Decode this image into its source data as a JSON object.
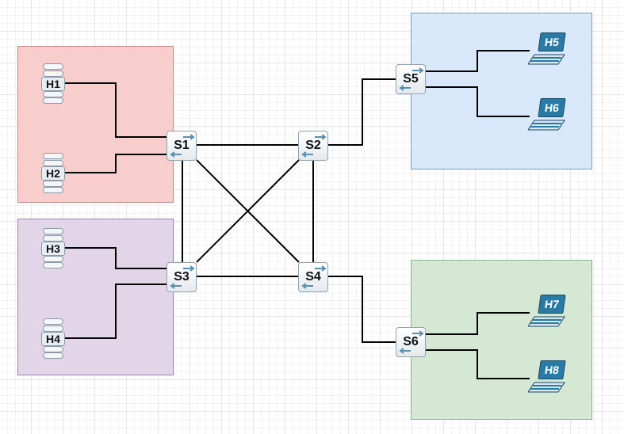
{
  "switches": {
    "s1": "S1",
    "s2": "S2",
    "s3": "S3",
    "s4": "S4",
    "s5": "S5",
    "s6": "S6"
  },
  "hosts": {
    "h1": "H1",
    "h2": "H2",
    "h3": "H3",
    "h4": "H4",
    "h5": "H5",
    "h6": "H6",
    "h7": "H7",
    "h8": "H8"
  },
  "zone_colors": {
    "red": "#f8cecc",
    "purple": "#e1d5e7",
    "blue": "#dae8fc",
    "green": "#d5e8d4"
  },
  "icons": {
    "switch": "switch-icon",
    "server": "server-icon",
    "laptop": "laptop-icon"
  }
}
